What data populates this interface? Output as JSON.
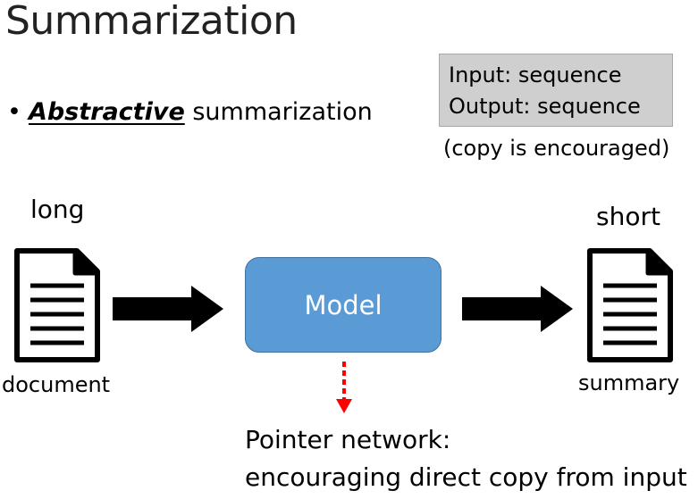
{
  "slide": {
    "title": "Summarization",
    "bullet": {
      "marker": "•",
      "emphasis": "Abstractive",
      "rest": " summarization"
    },
    "io_box": {
      "input": "Input: sequence",
      "output": "Output: sequence"
    },
    "copy_note": "(copy is encouraged)",
    "labels": {
      "long": "long",
      "short": "short",
      "document": "document",
      "summary": "summary"
    },
    "model": {
      "label": "Model"
    },
    "pointer": {
      "line1": "Pointer network:",
      "line2": "encouraging direct copy from input"
    }
  },
  "colors": {
    "model_fill": "#5b9bd5",
    "model_border": "#41719c",
    "io_box_fill": "#cfcfcf",
    "dashed_arrow": "#ff0000",
    "arrows": "#000000"
  },
  "icons": {
    "input_document": "document-icon",
    "output_document": "document-icon",
    "flow_arrows": "right-arrow-icon",
    "pointer_arrow": "dashed-down-arrow-icon"
  }
}
